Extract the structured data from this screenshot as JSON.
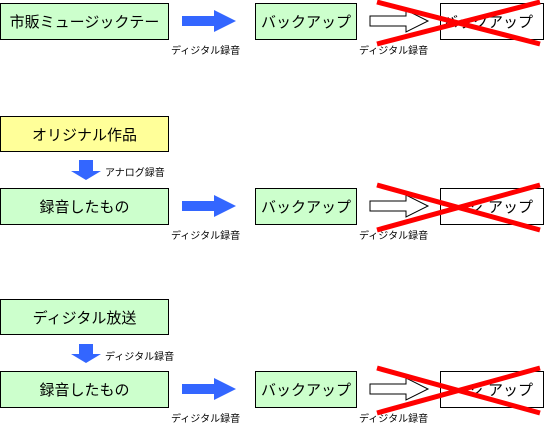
{
  "colors": {
    "source_box": "#ccffcc",
    "original_box": "#ffff99",
    "arrow_blue": "#3366ff",
    "cross_red": "#ff0000"
  },
  "rows": [
    {
      "source": "市販ミュージックテー",
      "arrow_label": "ディジタル録音",
      "backup": "バックアップ",
      "second_arrow_label": "ディジタル録音",
      "second_backup": "バックアップ"
    },
    {
      "origin": "オリジナル作品",
      "origin_arrow_label": "アナログ録音",
      "source": "録音したもの",
      "arrow_label": "ディジタル録音",
      "backup": "バックアップ",
      "second_arrow_label": "ディジタル録音",
      "second_backup": "ジ アップ"
    },
    {
      "origin": "ディジタル放送",
      "origin_arrow_label": "ディジタル録音",
      "source": "録音したもの",
      "arrow_label": "ディジタル録音",
      "backup": "バックアップ",
      "second_arrow_label": "ディジタル録音",
      "second_backup": "ジ アップ"
    }
  ]
}
